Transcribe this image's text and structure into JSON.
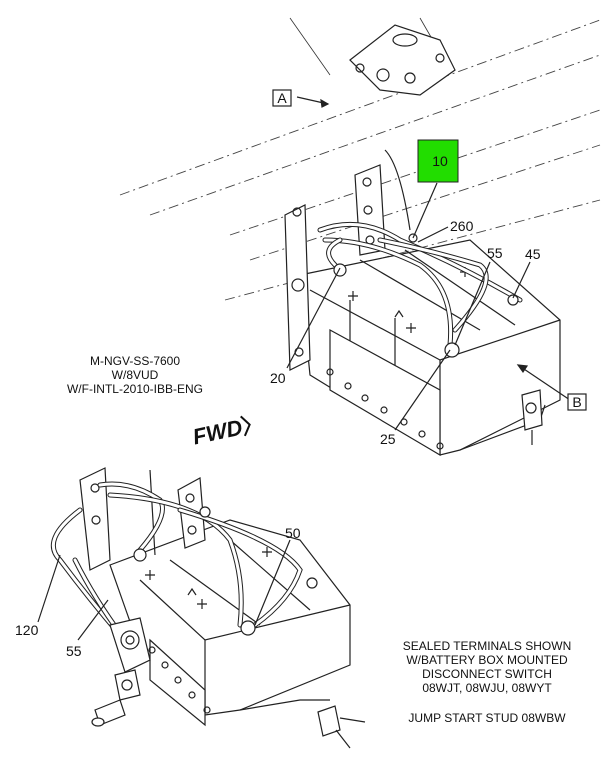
{
  "views": {
    "view_a": "A",
    "view_b": "B"
  },
  "callouts": {
    "c10": "10",
    "c260": "260",
    "c55_top": "55",
    "c45": "45",
    "c20": "20",
    "c25": "25",
    "c50": "50",
    "c120": "120",
    "c55_bottom": "55"
  },
  "highlight_color": "#22dd00",
  "model_note": {
    "line1": "M-NGV-SS-7600",
    "line2": "W/8VUD",
    "line3": "W/F-INTL-2010-IBB-ENG"
  },
  "fwd_label": "FWD",
  "sealed_note": {
    "line1": "SEALED TERMINALS SHOWN",
    "line2": "W/BATTERY BOX MOUNTED",
    "line3": "DISCONNECT SWITCH",
    "line4": "08WJT, 08WJU, 08WYT"
  },
  "jump_note": "JUMP START STUD 08WBW"
}
